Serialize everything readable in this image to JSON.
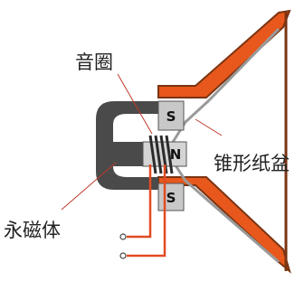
{
  "labels": {
    "voice_coil": "音圈",
    "cone": "锥形纸盆",
    "permanent_magnet": "永磁体"
  },
  "poles": {
    "top": "S",
    "center": "N",
    "bottom": "S"
  },
  "colors": {
    "magnet": "#4a4a4a",
    "pole_piece": "#c8c8c8",
    "cone_fill": "#e8581c",
    "cone_edge": "#7a3412",
    "coil": "#2b2b2b",
    "coil_wire": "#e34b22",
    "leader_line": "#c0392b"
  }
}
